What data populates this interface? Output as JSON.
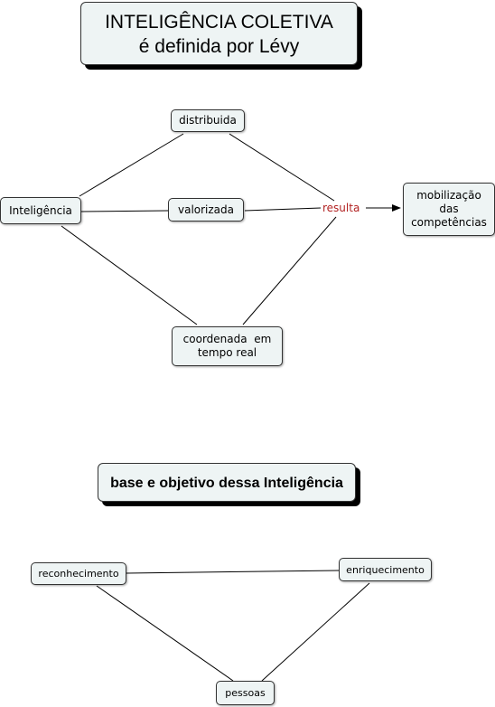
{
  "title_main": {
    "line1": "INTELIGÊNCIA COLETIVA",
    "line2": "é definida por Lévy"
  },
  "title_secondary": "base e objetivo dessa Inteligência",
  "concepts": {
    "inteligencia": "Inteligência",
    "distribuida": "distribuida",
    "valorizada": "valorizada",
    "coordenada_l1": "coordenada  em",
    "coordenada_l2": "tempo real",
    "mobilizacao_l1": "mobilização",
    "mobilizacao_l2": "das",
    "mobilizacao_l3": "competências",
    "reconhecimento": "reconhecimento",
    "enriquecimento": "enriquecimento",
    "pessoas": "pessoas"
  },
  "link_phrases": {
    "resulta": "resulta"
  },
  "colors": {
    "node_fill": "#eef4f4",
    "link_phrase": "#b22222"
  }
}
